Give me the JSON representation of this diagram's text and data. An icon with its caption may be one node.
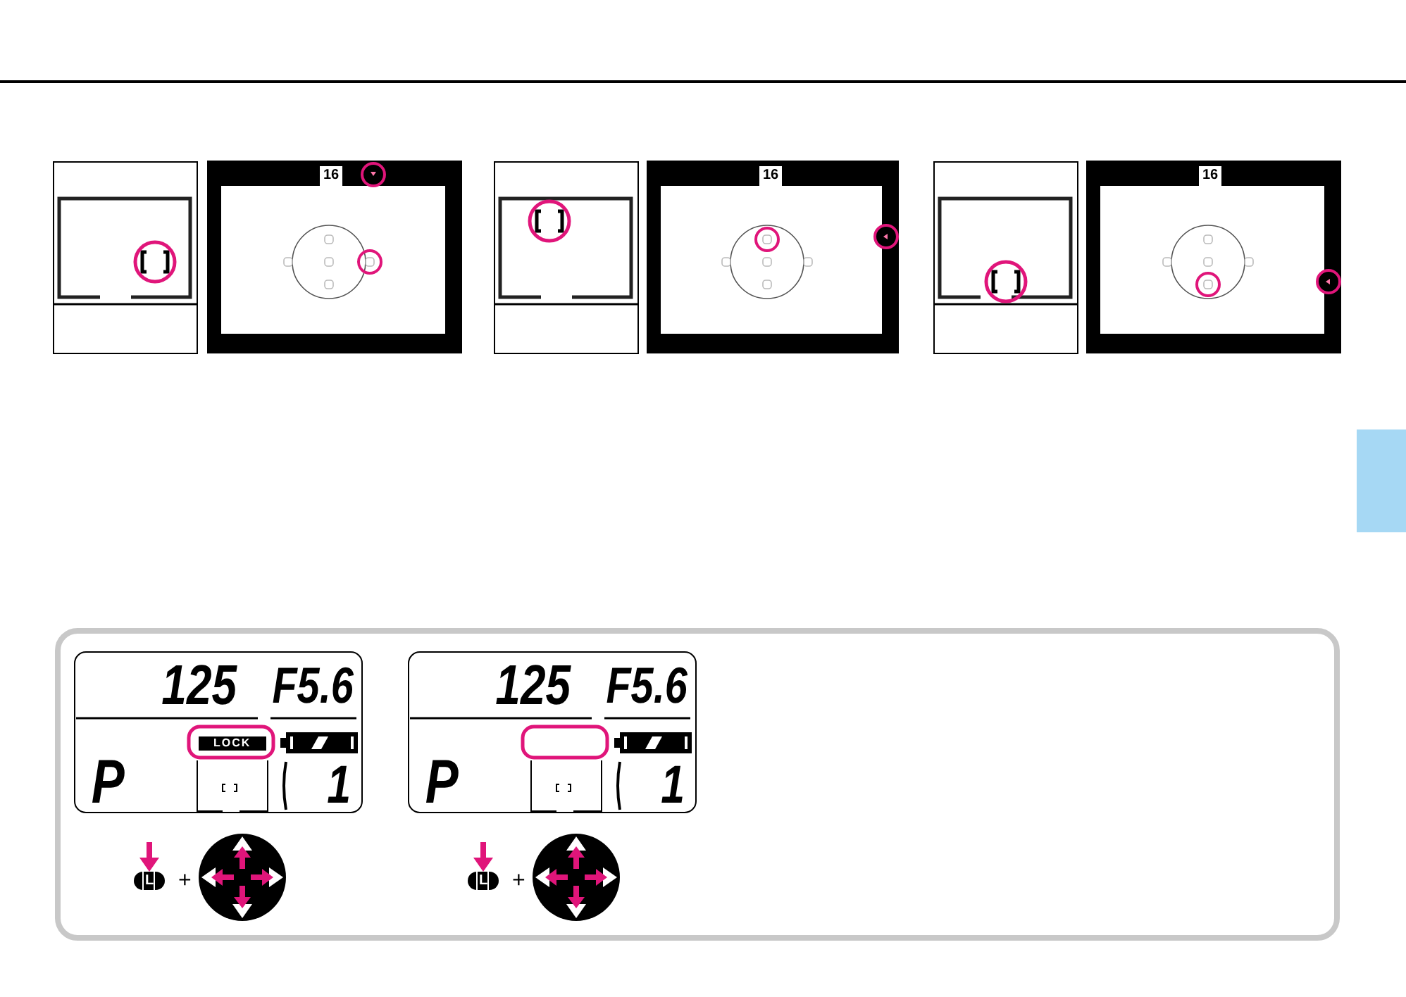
{
  "diagram": {
    "nodes": [
      {
        "text": [],
        "shape": "box"
      }
    ],
    "labels": [
      "16",
      "16",
      "16",
      "125",
      "F5.6",
      "LOCK",
      "P",
      "1",
      "125",
      "F5.6",
      "P",
      "1",
      "L",
      "+",
      "L",
      "+"
    ]
  }
}
